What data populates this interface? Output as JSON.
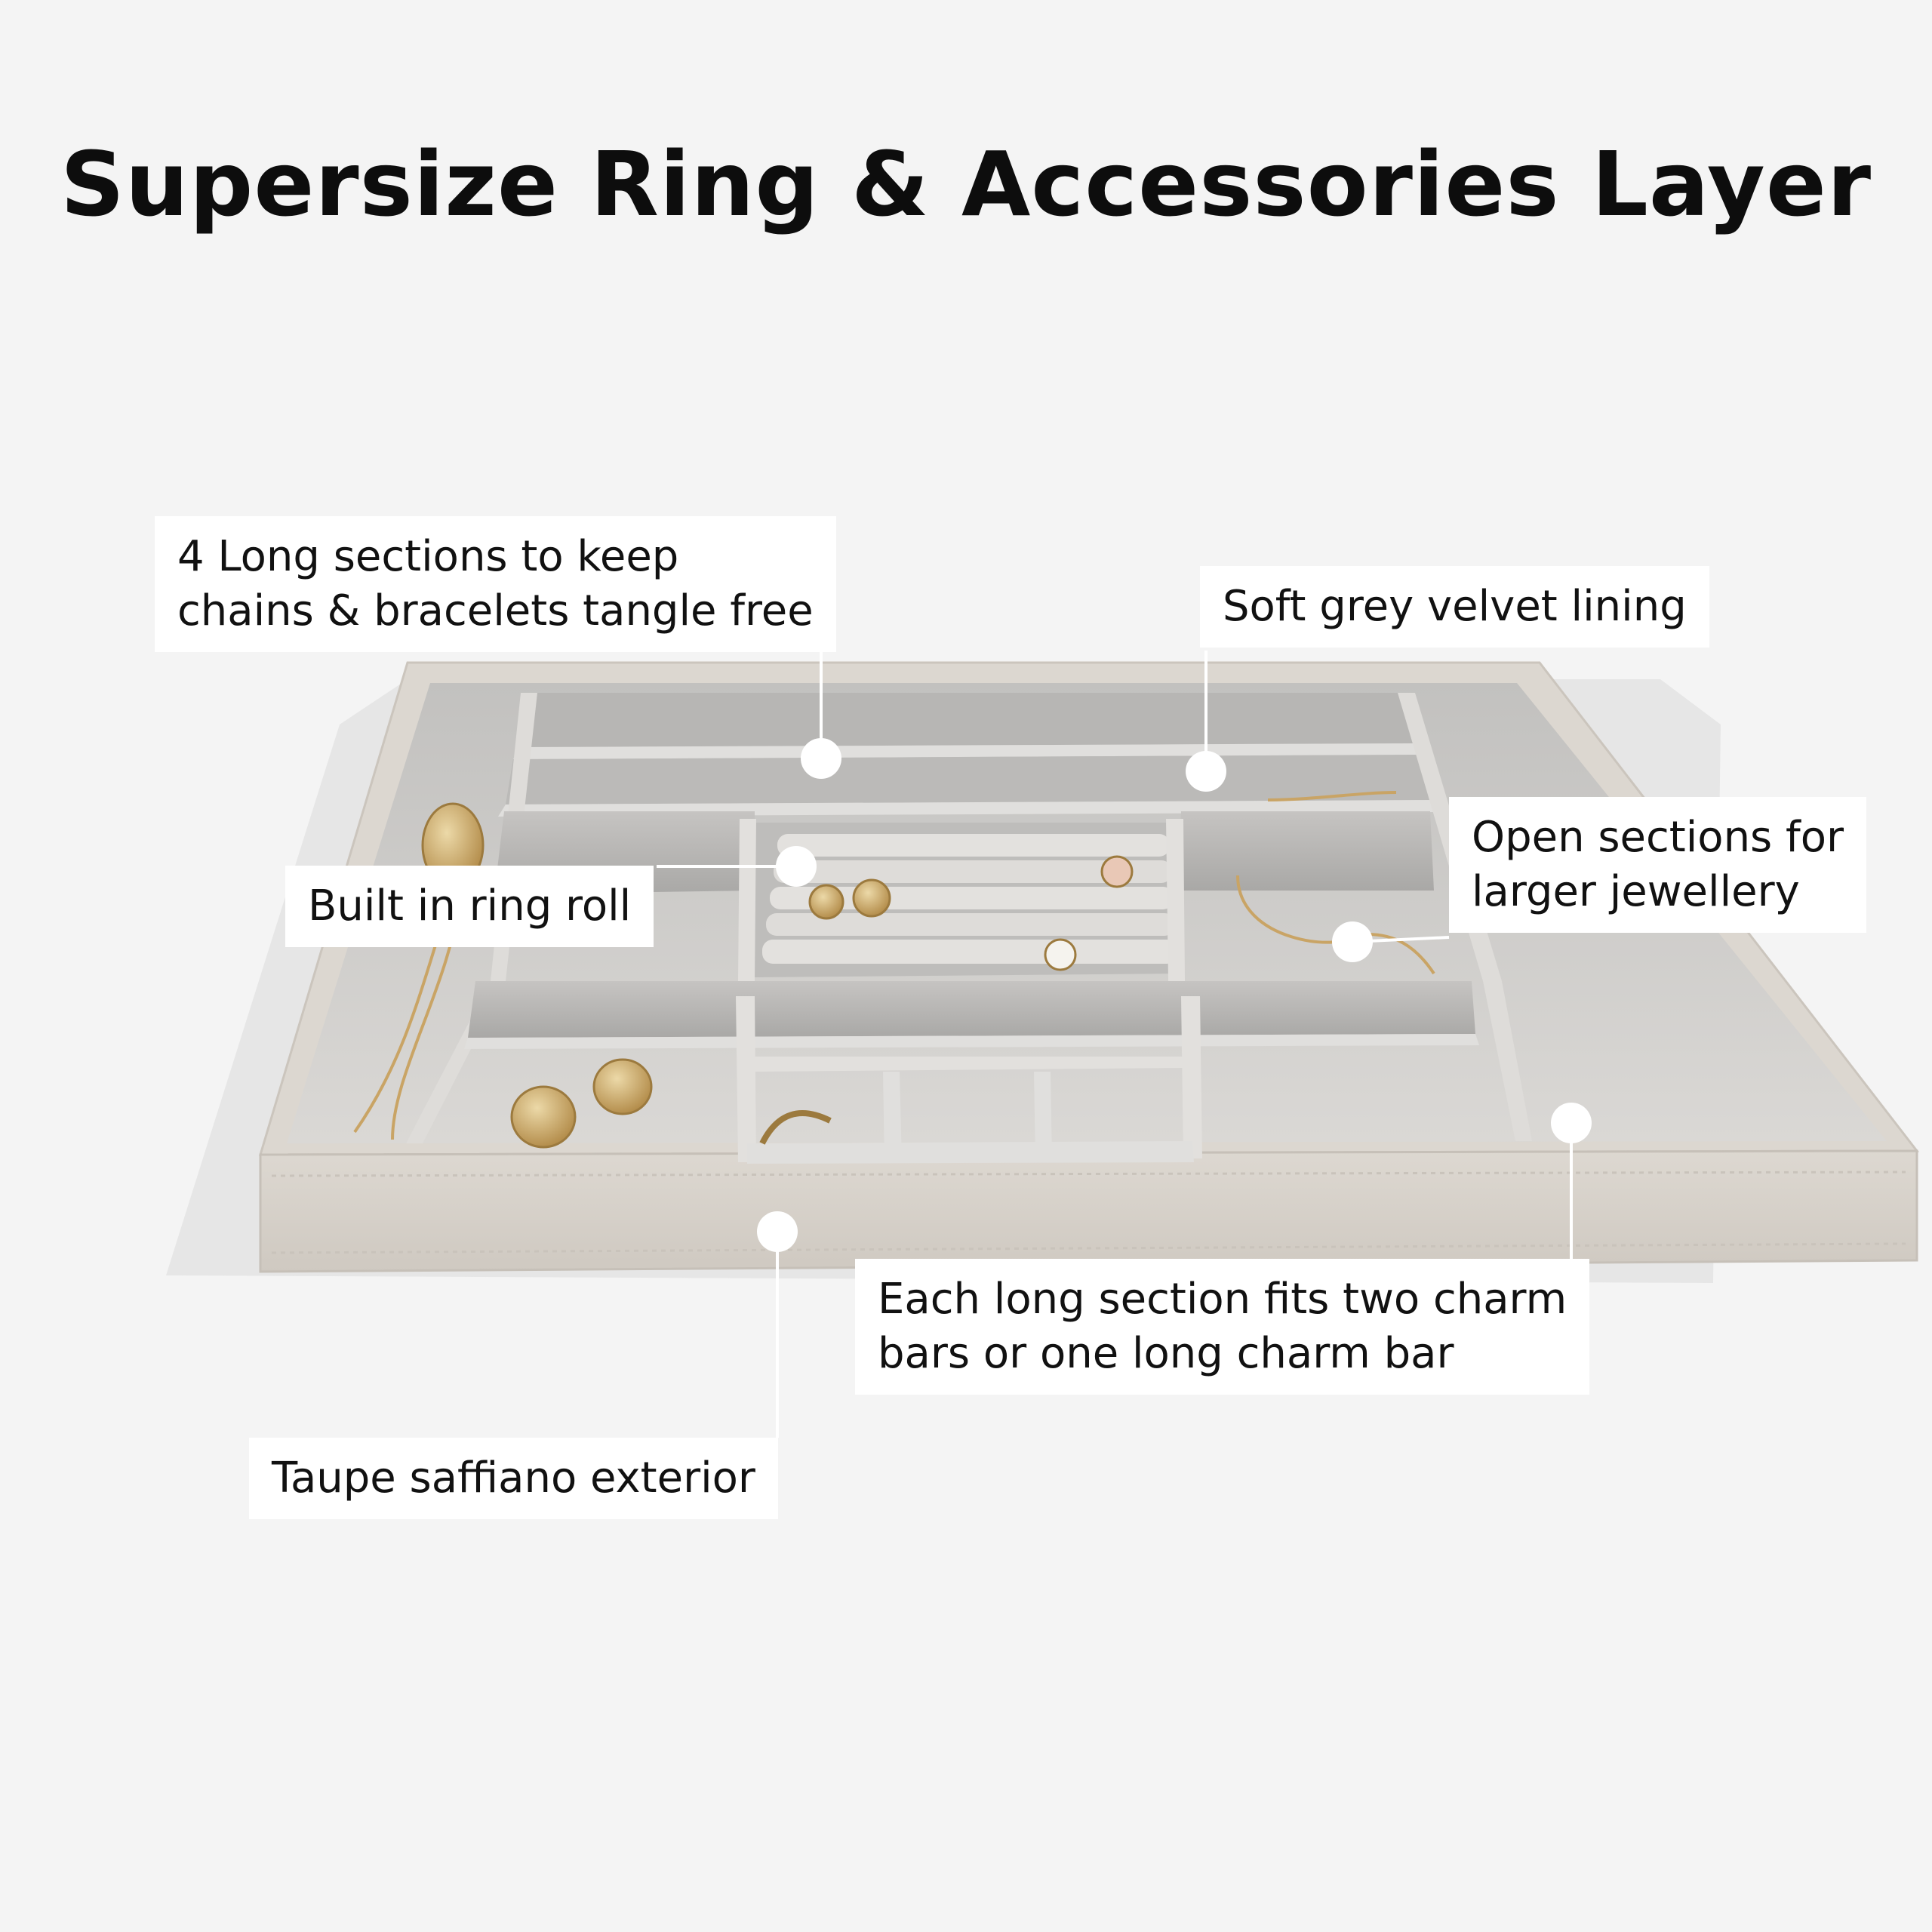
{
  "title": "Supersize Ring & Accessories Layer",
  "callouts": {
    "long_sections": {
      "line1": "4 Long sections to keep",
      "line2": "chains & bracelets tangle free"
    },
    "velvet": {
      "line1": "Soft grey velvet lining"
    },
    "ring_roll": {
      "line1": "Built in ring roll"
    },
    "open_sections": {
      "line1": "Open sections for",
      "line2": "larger jewellery"
    },
    "charm_bars": {
      "line1": "Each long section fits two charm",
      "line2": "bars or one long charm bar"
    },
    "exterior": {
      "line1": "Taupe saffiano exterior"
    }
  },
  "colors": {
    "background": "#f4f4f4",
    "taupe": "#d9d4cd",
    "velvet_dark": "#b9b9b9",
    "velvet_light": "#d6d4d1",
    "gold": "#c9a465",
    "marker": "#ffffff"
  }
}
